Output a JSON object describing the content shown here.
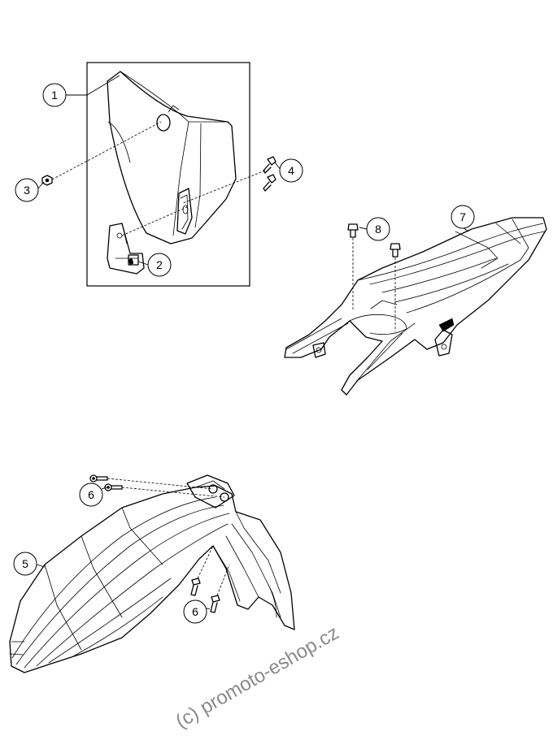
{
  "callouts": {
    "c1": "1",
    "c2": "2",
    "c3": "3",
    "c4": "4",
    "c5": "5",
    "c6a": "6",
    "c6b": "6",
    "c7": "7",
    "c8": "8"
  },
  "watermark": "(c) promoto-eshop.cz"
}
